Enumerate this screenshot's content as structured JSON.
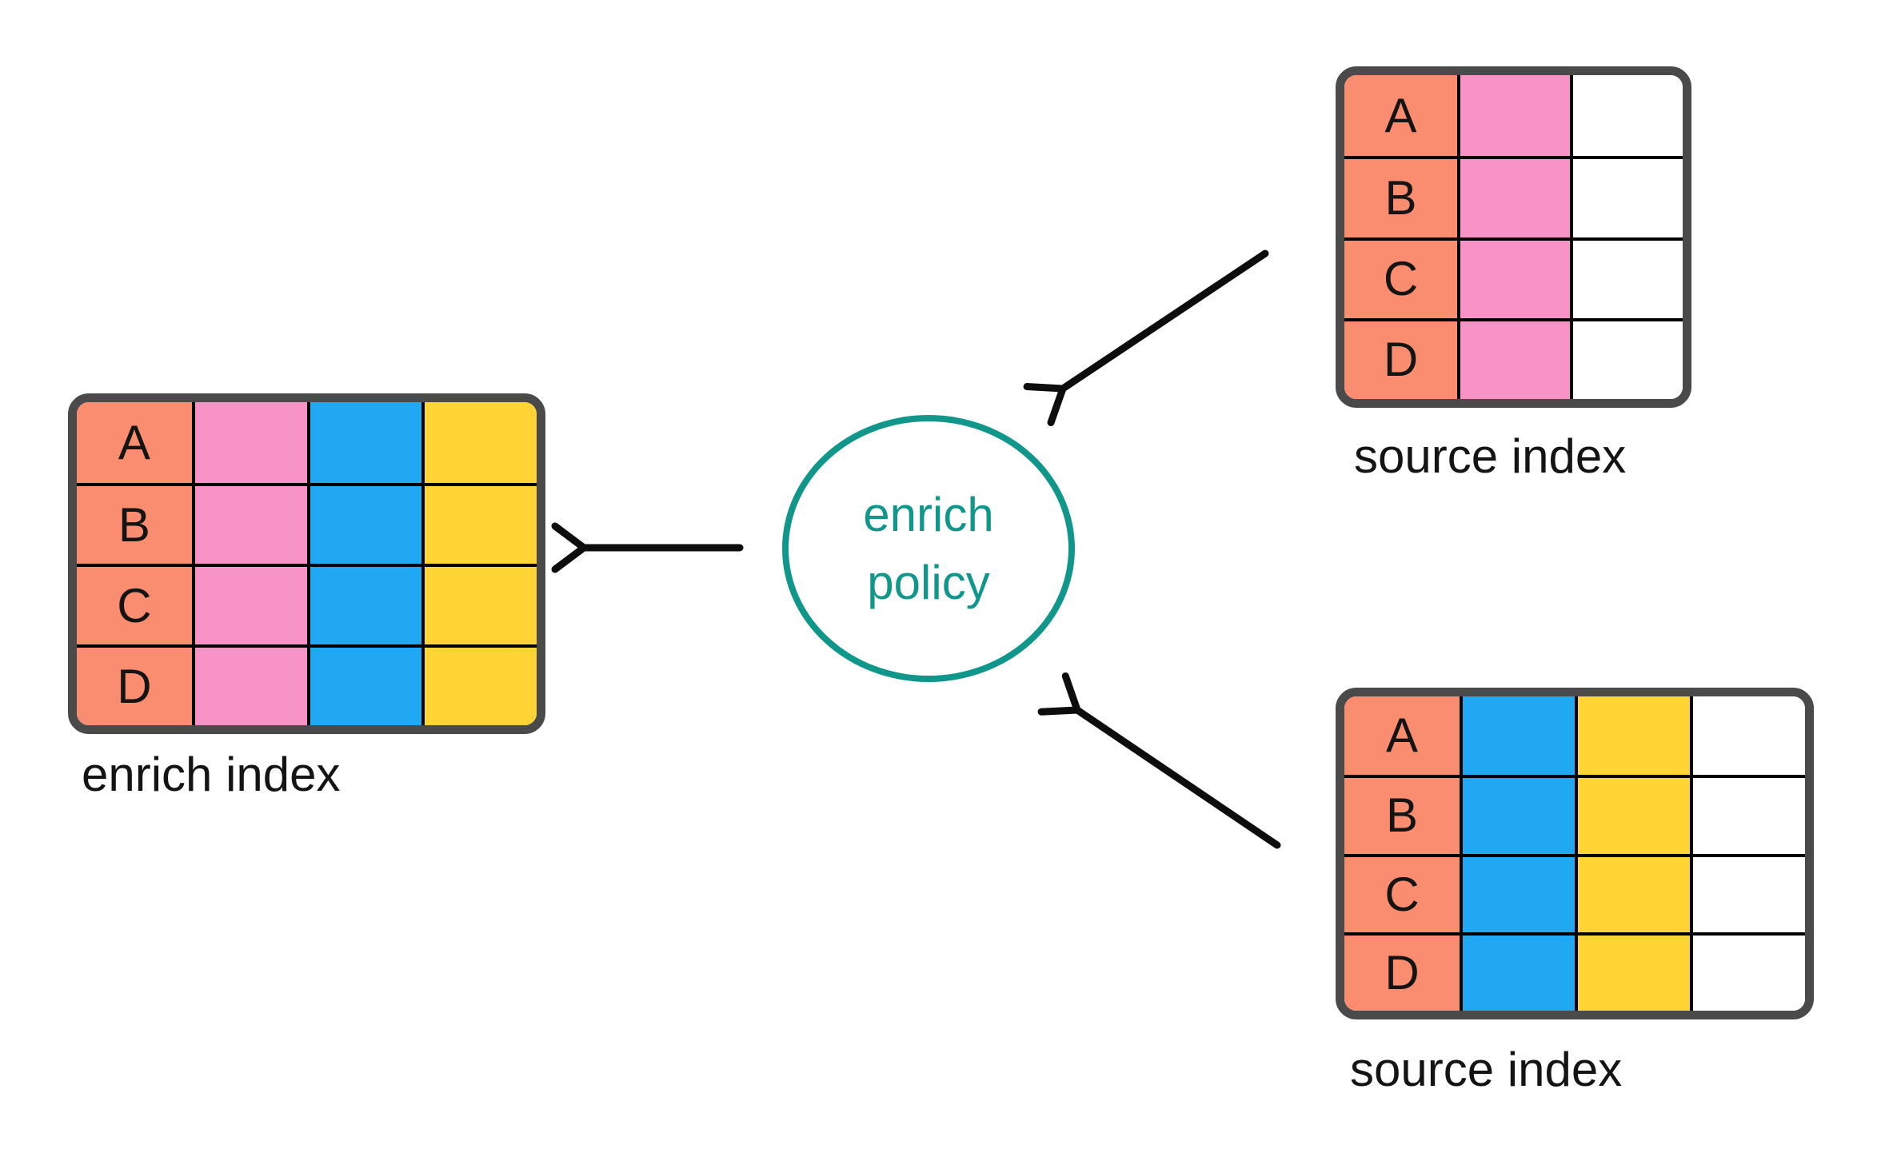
{
  "enrich_table": {
    "label": "enrich index",
    "row_keys": [
      "A",
      "B",
      "C",
      "D"
    ],
    "columns": [
      {
        "name": "key-column",
        "color": "#FA8D6F",
        "show_keys": true
      },
      {
        "name": "pink-column",
        "color": "#F893C8",
        "show_keys": false
      },
      {
        "name": "blue-column",
        "color": "#20A8F2",
        "show_keys": false
      },
      {
        "name": "yellow-column",
        "color": "#FFD434",
        "show_keys": false
      }
    ]
  },
  "source_table_top": {
    "label": "source index",
    "row_keys": [
      "A",
      "B",
      "C",
      "D"
    ],
    "columns": [
      {
        "name": "key-column",
        "color": "#FA8D6F",
        "show_keys": true
      },
      {
        "name": "pink-column",
        "color": "#F893C8",
        "show_keys": false
      },
      {
        "name": "empty-column",
        "color": "#FFFFFF",
        "show_keys": false
      }
    ]
  },
  "source_table_bottom": {
    "label": "source index",
    "row_keys": [
      "A",
      "B",
      "C",
      "D"
    ],
    "columns": [
      {
        "name": "key-column",
        "color": "#FA8D6F",
        "show_keys": true
      },
      {
        "name": "blue-column",
        "color": "#20A8F2",
        "show_keys": false
      },
      {
        "name": "yellow-column",
        "color": "#FFD434",
        "show_keys": false
      },
      {
        "name": "empty-column",
        "color": "#FFFFFF",
        "show_keys": false
      }
    ]
  },
  "policy_circle": {
    "label_line1": "enrich",
    "label_line2": "policy",
    "color": "#10968A"
  },
  "arrows": {
    "color": "#0D0D0D"
  },
  "palette": {
    "table_border": "#4A4A4A",
    "grid_line": "#000000",
    "text": "#141414"
  }
}
